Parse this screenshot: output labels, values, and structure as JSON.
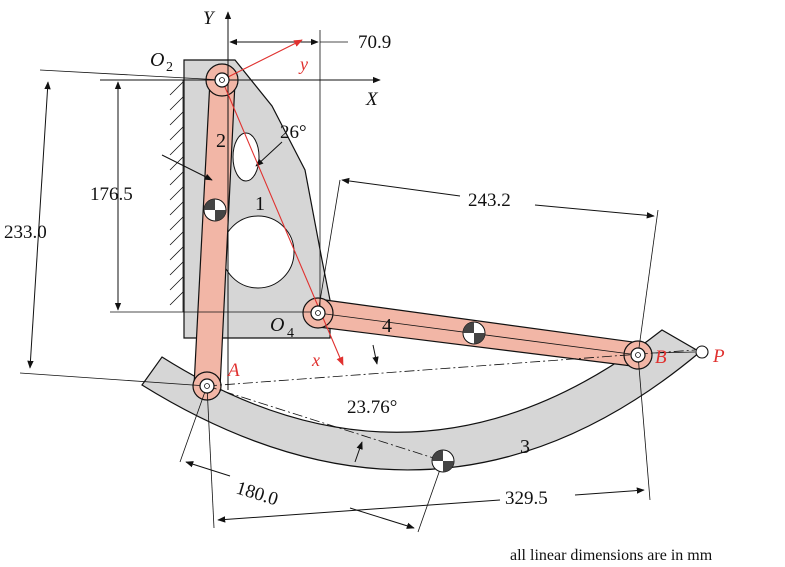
{
  "labels": {
    "o2_base": "O",
    "o2_sub": "2",
    "o4_base": "O",
    "o4_sub": "4",
    "axis_x_global": "X",
    "axis_y_global": "Y",
    "axis_x_local": "x",
    "axis_y_local": "y",
    "link_1": "1",
    "link_2": "2",
    "link_3": "3",
    "link_4": "4",
    "point_a": "A",
    "point_b": "B",
    "point_p": "P"
  },
  "dimensions": {
    "d_70_9": "70.9",
    "d_26_deg": "26°",
    "d_176_5": "176.5",
    "d_233_0": "233.0",
    "d_243_2": "243.2",
    "d_23_76_deg": "23.76°",
    "d_180_0": "180.0",
    "d_329_5": "329.5"
  },
  "note": "all linear dimensions are in mm",
  "colors": {
    "link_fill": "#f2b6a6",
    "frame_fill": "#d6d6d6",
    "red_accent": "#e0312f",
    "outline": "#111111"
  }
}
